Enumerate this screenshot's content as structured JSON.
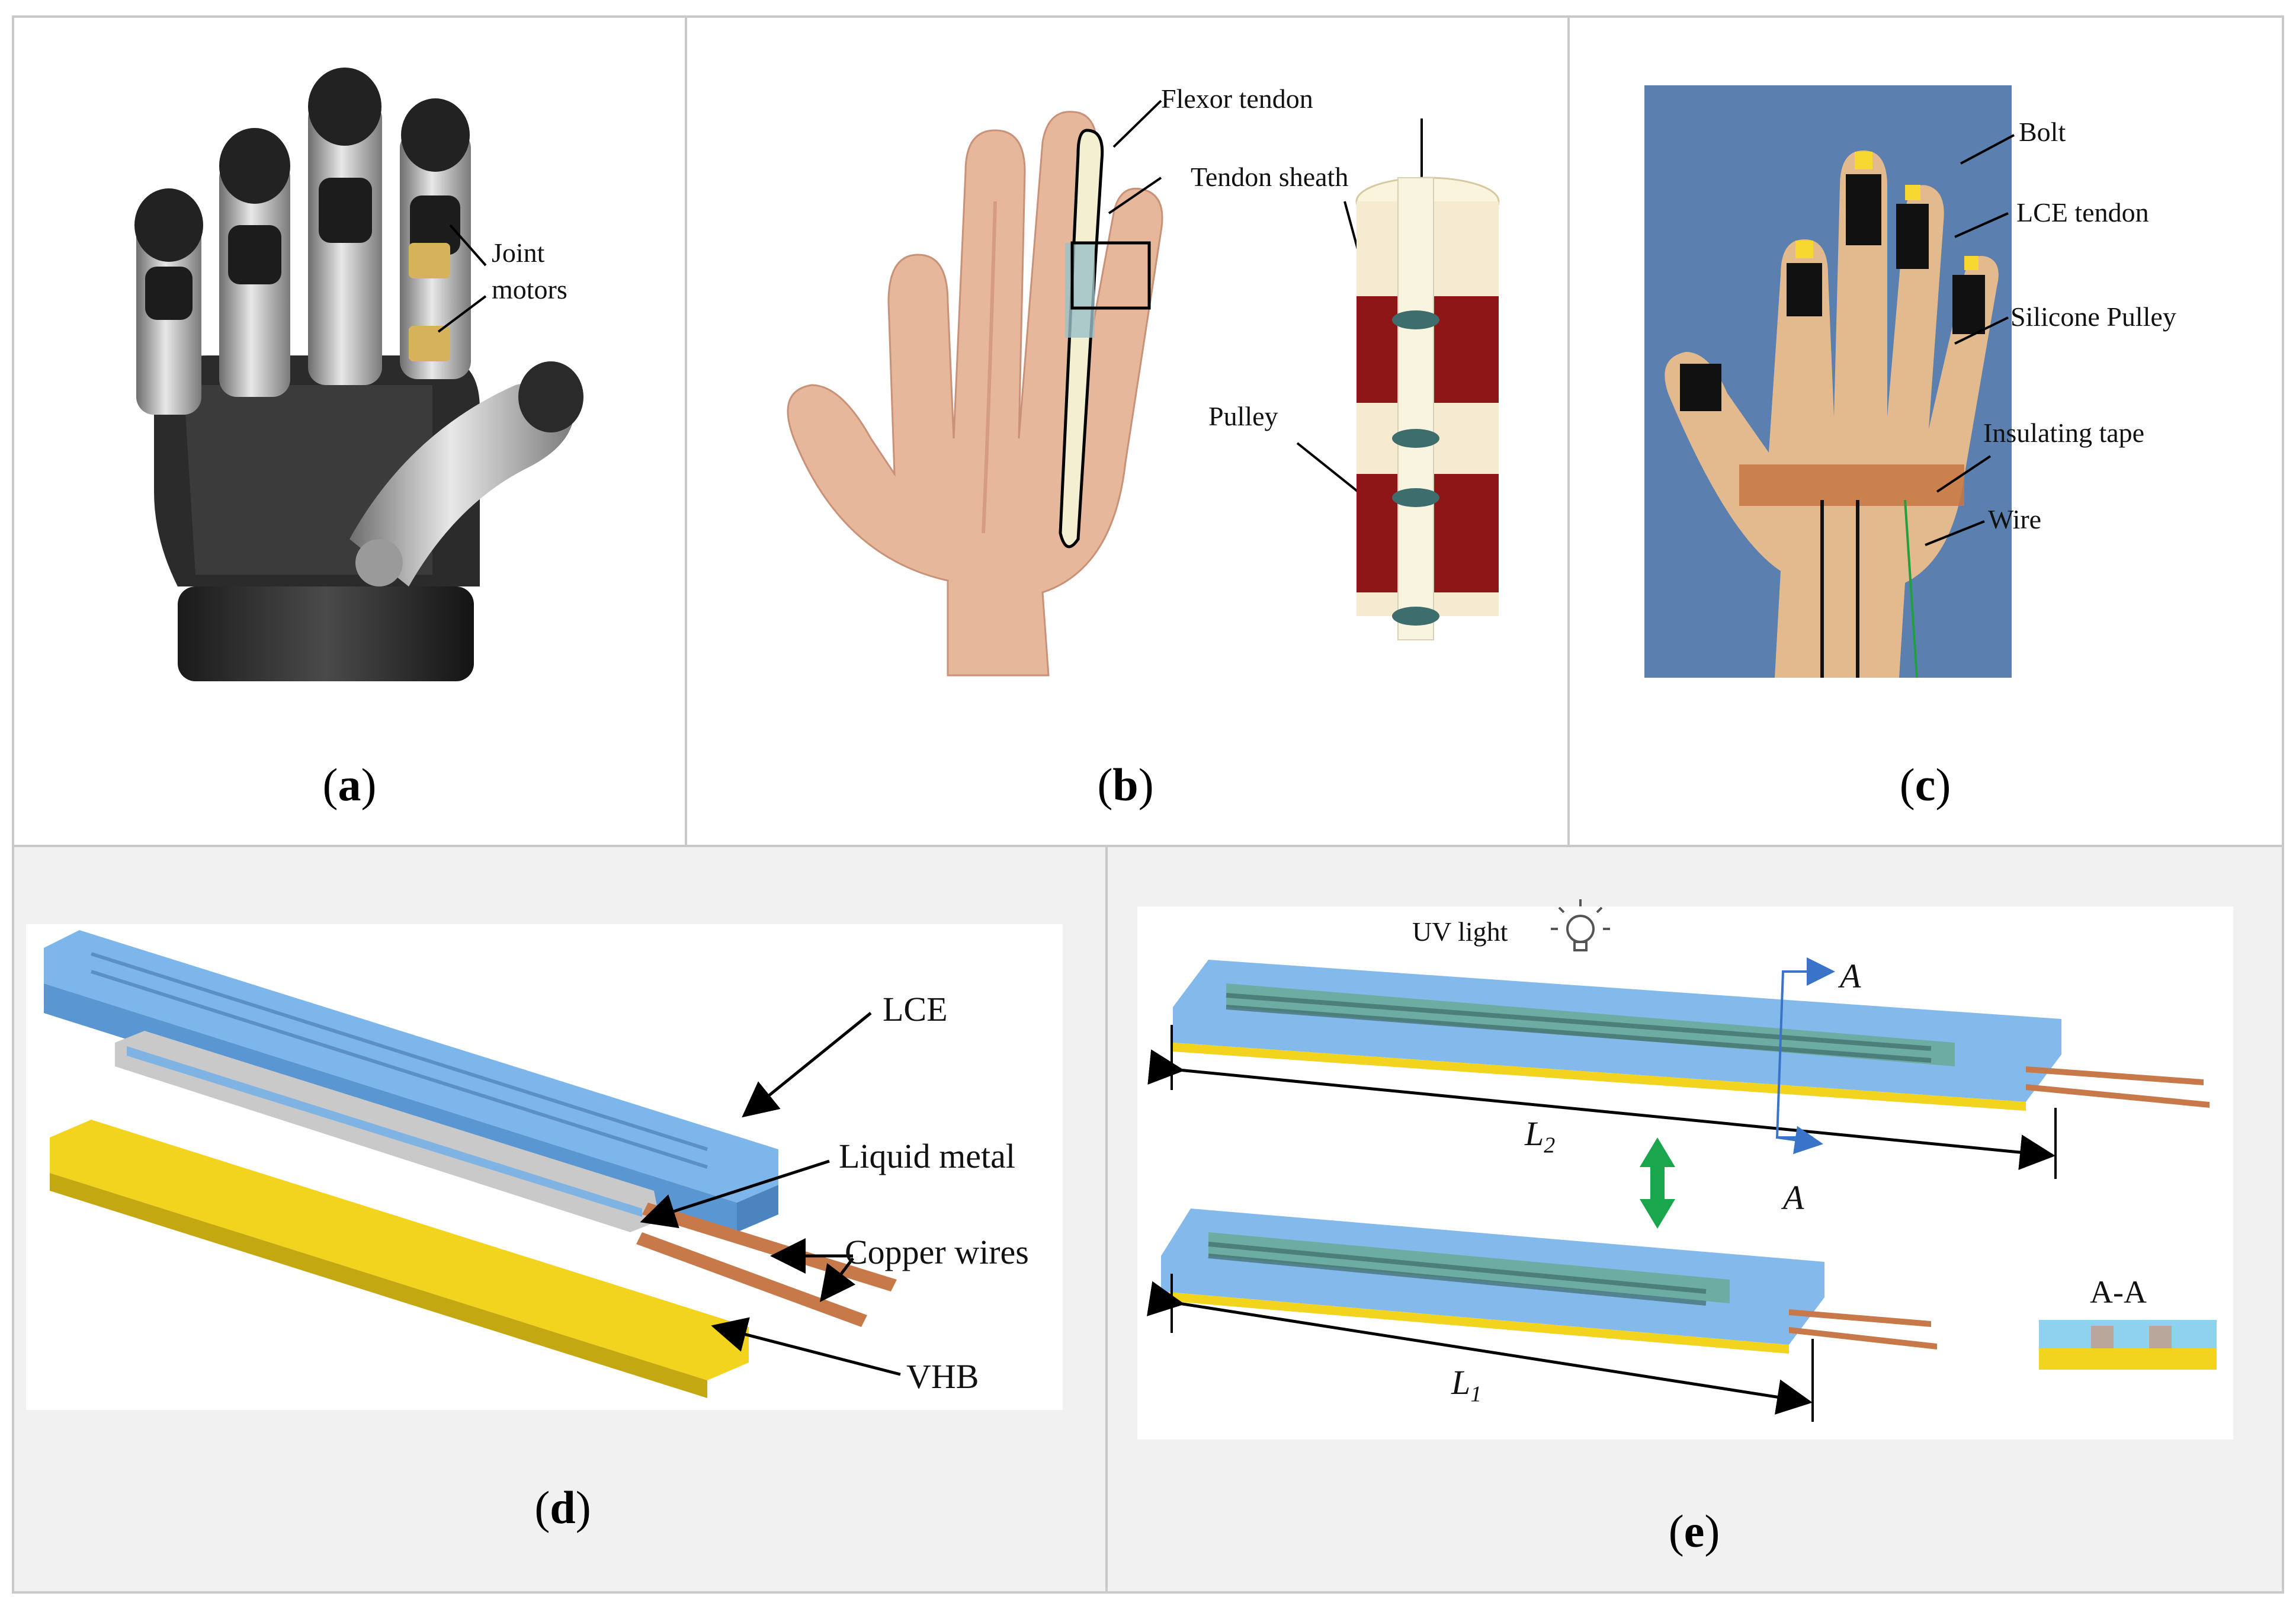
{
  "panels": {
    "a": {
      "label": "a",
      "annotations": {
        "joint_motors_line1": "Joint",
        "joint_motors_line2": "motors"
      }
    },
    "b": {
      "label": "b",
      "annotations": {
        "flexor_tendon": "Flexor tendon",
        "tendon_sheath": "Tendon sheath",
        "pulley": "Pulley"
      }
    },
    "c": {
      "label": "c",
      "annotations": {
        "bolt": "Bolt",
        "lce_tendon": "LCE tendon",
        "silicone_pulley": "Silicone Pulley",
        "insulating_tape": "Insulating tape",
        "wire": "Wire"
      }
    },
    "d": {
      "label": "d",
      "annotations": {
        "lce": "LCE",
        "liquid_metal": "Liquid metal",
        "copper_wires": "Copper wires",
        "vhb": "VHB"
      }
    },
    "e": {
      "label": "e",
      "annotations": {
        "uv_light": "UV light",
        "section_mark_top": "A",
        "section_mark_bottom": "A",
        "length_2_base": "L",
        "length_2_sub": "2",
        "length_1_base": "L",
        "length_1_sub": "1",
        "section_view": "A-A"
      }
    }
  },
  "colors": {
    "lce_blue": "#7db6ea",
    "vhb_yellow": "#f2d31e",
    "liquid_metal_grey": "#b4b4b4",
    "copper": "#c8794a",
    "arrow_green": "#1aa64c",
    "photo_backdrop_blue": "#5b7fae",
    "skin": "#e6b79a",
    "pulley_red": "#8f1616"
  },
  "icons": [
    "light-bulb-icon",
    "double-arrow-icon"
  ]
}
